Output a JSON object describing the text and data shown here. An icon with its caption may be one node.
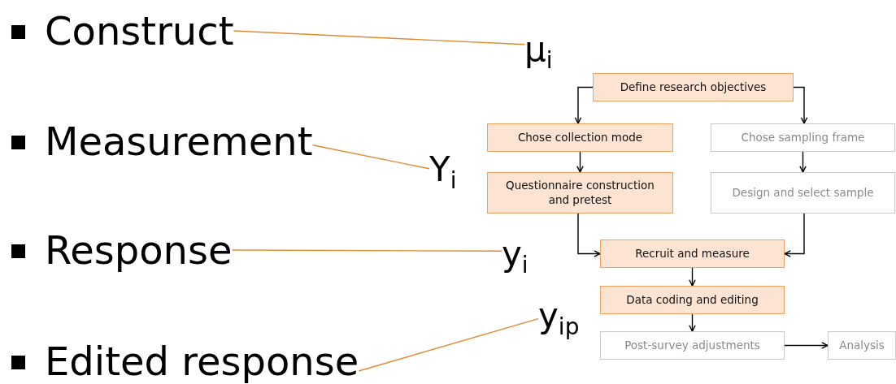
{
  "diagram": {
    "nodes": [
      {
        "text": [
          "Construct"
        ]
      },
      {
        "text": [
          "μ$_{i}$"
        ]
      },
      {
        "text": [
          "Measurement"
        ]
      },
      {
        "text": [
          "Y$_{i}$"
        ]
      },
      {
        "text": [
          "Response"
        ]
      },
      {
        "text": [
          "y$_{i}$"
        ]
      },
      {
        "text": [
          "Edited response"
        ]
      },
      {
        "text": [
          "y$_{ip}$"
        ]
      },
      {
        "text": [
          "Define research objectives"
        ]
      },
      {
        "text": [
          "Chose collection mode"
        ]
      },
      {
        "text": [
          "Chose sampling frame"
        ]
      },
      {
        "text": [
          "Questionnaire construction and pretest"
        ]
      },
      {
        "text": [
          "Design and select sample"
        ]
      },
      {
        "text": [
          "Recruit and measure"
        ]
      },
      {
        "text": [
          "Data coding and editing"
        ]
      },
      {
        "text": [
          "Post-survey adjustments"
        ]
      },
      {
        "text": [
          "Analysis"
        ]
      }
    ],
    "edges": [
      {
        "from": 0,
        "to": 1,
        "arrow": "none",
        "color": "#e08a30"
      },
      {
        "from": 2,
        "to": 3,
        "arrow": "none",
        "color": "#e08a30"
      },
      {
        "from": 4,
        "to": 5,
        "arrow": "none",
        "color": "#e08a30"
      },
      {
        "from": 6,
        "to": 7,
        "arrow": "none",
        "color": "#e08a30"
      },
      {
        "from": 8,
        "to": 9,
        "arrow": "to"
      },
      {
        "from": 8,
        "to": 10,
        "arrow": "to"
      },
      {
        "from": 9,
        "to": 11,
        "arrow": "to"
      },
      {
        "from": 10,
        "to": 12,
        "arrow": "to"
      },
      {
        "from": 11,
        "to": 13,
        "arrow": "to"
      },
      {
        "from": 12,
        "to": 13,
        "arrow": "to"
      },
      {
        "from": 13,
        "to": 14,
        "arrow": "to"
      },
      {
        "from": 14,
        "to": 15,
        "arrow": "to"
      },
      {
        "from": 15,
        "to": 16,
        "arrow": "to"
      }
    ]
  }
}
